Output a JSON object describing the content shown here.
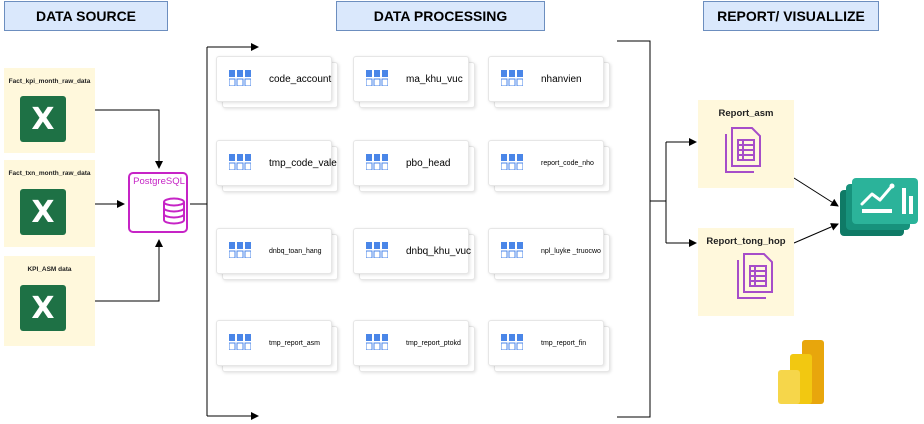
{
  "headers": {
    "source": "DATA SOURCE",
    "processing": "DATA PROCESSING",
    "report": "REPORT/ VISUALLIZE"
  },
  "sources": [
    {
      "label": "Fact_kpi_month_raw_data",
      "icon": "excel-icon"
    },
    {
      "label": "Fact_txn_month_raw_data",
      "icon": "excel-icon"
    },
    {
      "label": "KPI_ASM data",
      "icon": "excel-icon"
    }
  ],
  "database": {
    "label": "PostgreSQL",
    "icon": "database-icon"
  },
  "tables": [
    [
      "code_account",
      "ma_khu_vuc",
      "nhanvien"
    ],
    [
      "tmp_code_vale",
      "pbo_head",
      "report_code_nho"
    ],
    [
      "dnbq_toan_hang",
      "dnbq_khu_vuc",
      "npl_luyke _truocwo"
    ],
    [
      "tmp_report_asm",
      "tmp_report_ptokd",
      "tmp_report_fin"
    ]
  ],
  "reports": [
    {
      "label": "Report_asm",
      "icon": "document-icon"
    },
    {
      "label": "Report_tong_hop",
      "icon": "document-icon"
    }
  ],
  "outputs": [
    "dashboard-icon",
    "power-bi-icon"
  ],
  "colors": {
    "header_fill": "#dae8fc",
    "header_border": "#6c8ebf",
    "source_fill": "#fff8dc",
    "excel_green": "#1e7145",
    "postgres_purple": "#c624c6",
    "doc_purple": "#a64dc9",
    "dashboard_teal": "#1a9c87",
    "powerbi_yellow": "#f2c811"
  }
}
